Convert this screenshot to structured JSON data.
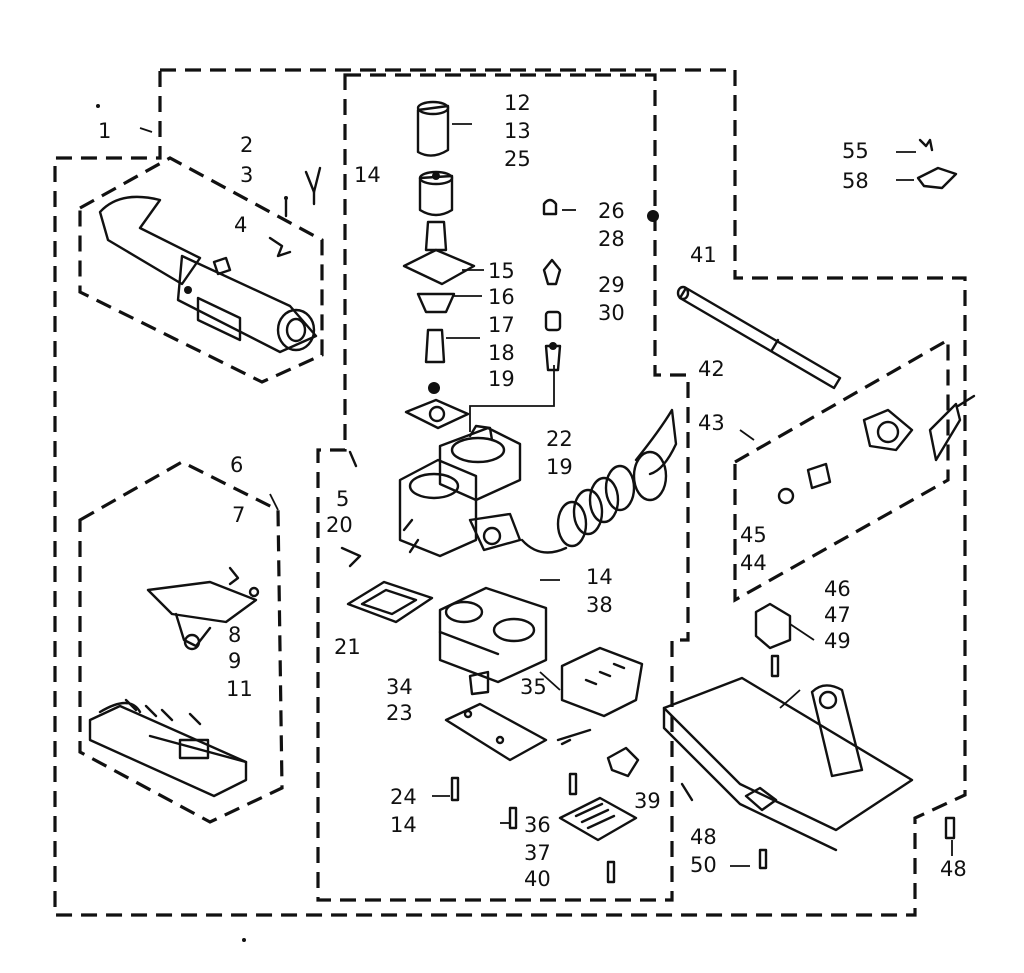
{
  "callouts": [
    {
      "id": "c1",
      "text": "1"
    },
    {
      "id": "c2",
      "text": "2"
    },
    {
      "id": "c3",
      "text": "3"
    },
    {
      "id": "c4",
      "text": "4"
    },
    {
      "id": "c5",
      "text": "5"
    },
    {
      "id": "c6",
      "text": "6"
    },
    {
      "id": "c7",
      "text": "7"
    },
    {
      "id": "c8",
      "text": "8"
    },
    {
      "id": "c9",
      "text": "9"
    },
    {
      "id": "c11",
      "text": "11"
    },
    {
      "id": "c12",
      "text": "12"
    },
    {
      "id": "c13",
      "text": "13"
    },
    {
      "id": "c25",
      "text": "25"
    },
    {
      "id": "c14a",
      "text": "14"
    },
    {
      "id": "c15",
      "text": "15"
    },
    {
      "id": "c16",
      "text": "16"
    },
    {
      "id": "c17",
      "text": "17"
    },
    {
      "id": "c18",
      "text": "18"
    },
    {
      "id": "c19a",
      "text": "19"
    },
    {
      "id": "c20",
      "text": "20"
    },
    {
      "id": "c21",
      "text": "21"
    },
    {
      "id": "c22",
      "text": "22"
    },
    {
      "id": "c19b",
      "text": "19"
    },
    {
      "id": "c26",
      "text": "26"
    },
    {
      "id": "c28",
      "text": "28"
    },
    {
      "id": "c29",
      "text": "29"
    },
    {
      "id": "c30",
      "text": "30"
    },
    {
      "id": "c14b",
      "text": "14"
    },
    {
      "id": "c38",
      "text": "38"
    },
    {
      "id": "c34",
      "text": "34"
    },
    {
      "id": "c23",
      "text": "23"
    },
    {
      "id": "c35",
      "text": "35"
    },
    {
      "id": "c24",
      "text": "24"
    },
    {
      "id": "c14c",
      "text": "14"
    },
    {
      "id": "c36",
      "text": "36"
    },
    {
      "id": "c37",
      "text": "37"
    },
    {
      "id": "c40",
      "text": "40"
    },
    {
      "id": "c39",
      "text": "39"
    },
    {
      "id": "c41",
      "text": "41"
    },
    {
      "id": "c42",
      "text": "42"
    },
    {
      "id": "c43",
      "text": "43"
    },
    {
      "id": "c45",
      "text": "45"
    },
    {
      "id": "c44",
      "text": "44"
    },
    {
      "id": "c46",
      "text": "46"
    },
    {
      "id": "c47",
      "text": "47"
    },
    {
      "id": "c49",
      "text": "49"
    },
    {
      "id": "c48a",
      "text": "48"
    },
    {
      "id": "c50",
      "text": "50"
    },
    {
      "id": "c48b",
      "text": "48"
    },
    {
      "id": "c55",
      "text": "55"
    },
    {
      "id": "c58",
      "text": "58"
    }
  ]
}
